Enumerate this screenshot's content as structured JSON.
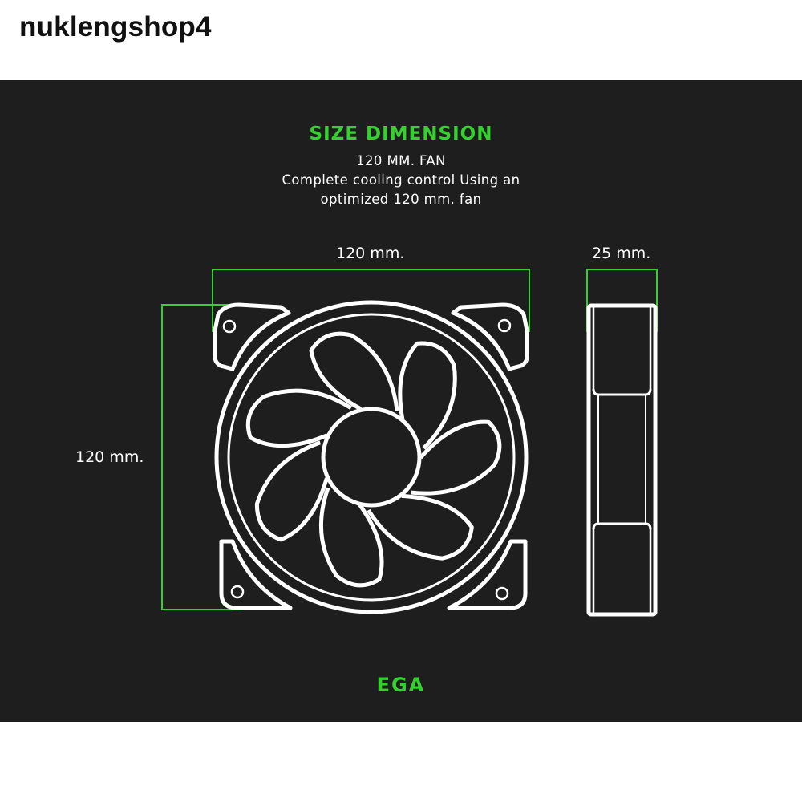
{
  "header": {
    "shop_name": "nuklengshop4"
  },
  "panel": {
    "headline": "SIZE DIMENSION",
    "subtitle": "120 MM. FAN",
    "description_line1": "Complete cooling control Using an",
    "description_line2": "optimized 120 mm. fan",
    "width_label": "120 mm.",
    "depth_label": "25 mm.",
    "height_label": "120 mm.",
    "brand": "EGA"
  },
  "colors": {
    "accent": "#35d12f",
    "background": "#1e1e1e",
    "line": "#ffffff"
  },
  "icons": {
    "front_view": "fan-front-icon",
    "side_view": "fan-side-icon"
  }
}
